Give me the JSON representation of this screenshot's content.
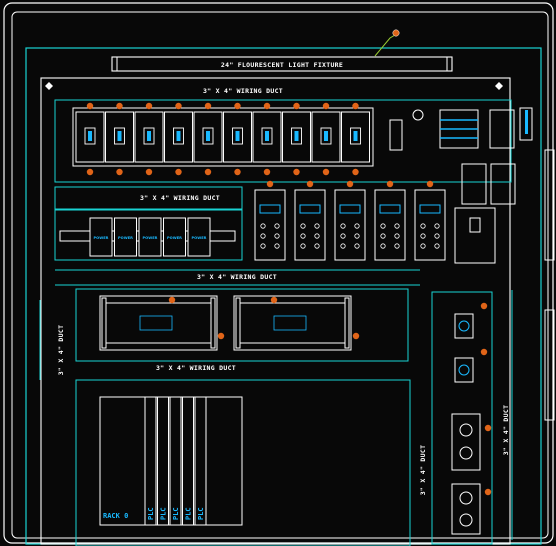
{
  "colors": {
    "background": "#080808",
    "outline": "#ffffff",
    "duct": "#19d3d3",
    "device_label": "#19b9ff",
    "marker": "#e06418",
    "leader": "#9acd32"
  },
  "labels": {
    "light_fixture": "24\" FLOURESCENT LIGHT FIXTURE",
    "duct_top": "3\" X 4\" WIRING DUCT",
    "duct_mid_left": "3\" X 4\" WIRING DUCT",
    "duct_center": "3\" X 4\" WIRING DUCT",
    "duct_lower": "3\" X 4\" WIRING DUCT",
    "duct_left_vertical": "3\" X 4\" DUCT",
    "duct_right_vertical": "3\" X 4\" DUCT",
    "duct_small_vertical": "3\" X 4\" DUCT",
    "rack": "RACK 0"
  },
  "devices": {
    "breakers": {
      "count": 10
    },
    "contactors": {
      "count": 5
    },
    "terminal_blocks": [
      "POWER",
      "POWER",
      "POWER",
      "POWER",
      "POWER"
    ],
    "rack_modules": [
      "PLC",
      "PLC",
      "PLC",
      "PLC",
      "PLC"
    ]
  }
}
